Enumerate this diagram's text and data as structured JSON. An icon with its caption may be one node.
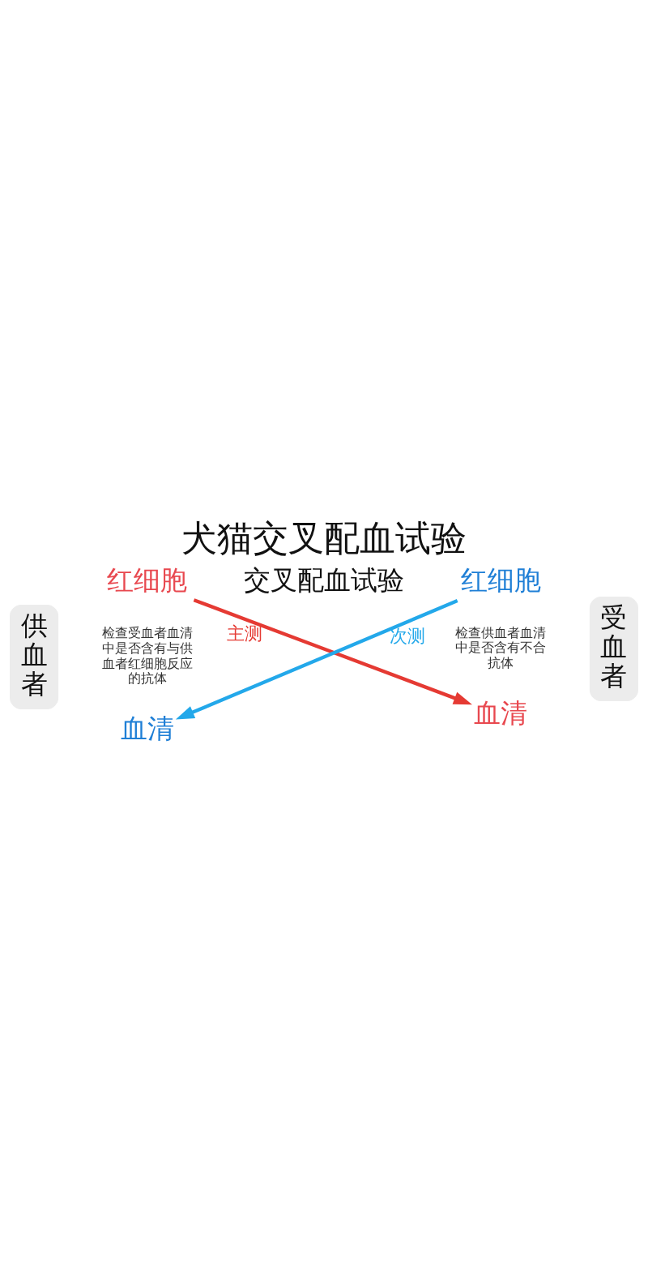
{
  "diagram": {
    "title": "犬猫交叉配血试验",
    "nodes": [
      {
        "text": [
          "红细胞"
        ]
      },
      {
        "text": [
          "红细胞"
        ]
      },
      {
        "text": [
          "供血者"
        ]
      },
      {
        "text": [
          "受血者"
        ]
      },
      {
        "text": [
          "血清"
        ]
      },
      {
        "text": [
          "血清"
        ]
      }
    ],
    "edges": [
      {
        "from": 0,
        "to": 5,
        "arrow": "to",
        "label": "主测",
        "color": "#e53a33"
      },
      {
        "from": 1,
        "to": 4,
        "arrow": "to",
        "label": "次测",
        "color": "#23a8ea"
      }
    ],
    "labels": [
      "交叉配血试验",
      "检查受血者血清中是否含有与供血者红细胞反应的抗体",
      "检查供血者血清中是否含有不合抗体"
    ]
  }
}
